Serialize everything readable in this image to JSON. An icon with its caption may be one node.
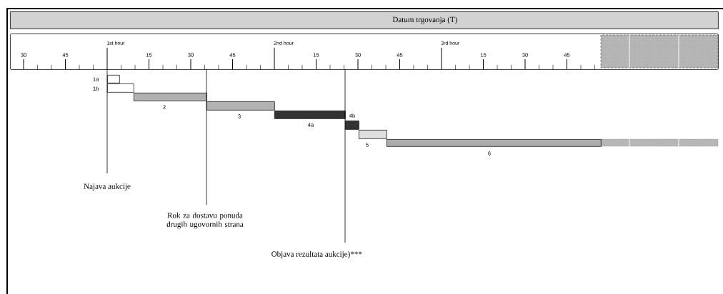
{
  "diagram": {
    "nodes": [
      {
        "text": [
          "Datum trgovanja (T)"
        ]
      },
      {
        "text": [],
        "shape": "box"
      },
      {
        "text": [],
        "shape": "bar",
        "beside": [
          "1a"
        ]
      },
      {
        "text": [],
        "shape": "bar",
        "beside": [
          "1b"
        ]
      },
      {
        "text": [],
        "shape": "bar",
        "beside": [
          "2"
        ]
      },
      {
        "text": [],
        "shape": "bar",
        "beside": [
          "3"
        ]
      },
      {
        "text": [],
        "shape": "bar",
        "beside": [
          "4a"
        ]
      },
      {
        "text": [],
        "shape": "bar",
        "beside": [
          "4b"
        ]
      },
      {
        "text": [],
        "shape": "bar",
        "beside": [
          "5"
        ]
      },
      {
        "text": [],
        "shape": "bar",
        "beside": [
          "6"
        ]
      },
      {
        "text": [
          "Najava aukcije"
        ]
      },
      {
        "text": [
          "Rok za dostavu ponuda drugih ugovornih strana"
        ]
      },
      {
        "text": [
          "Objava rezultata aukcije)***"
        ]
      }
    ],
    "edges": [
      {
        "from": 10,
        "to": 1,
        "arrow": "none"
      },
      {
        "from": 11,
        "to": 1,
        "arrow": "none"
      },
      {
        "from": 12,
        "to": 1,
        "arrow": "none"
      }
    ],
    "labels": [
      "1st hour",
      "2nd hour",
      "3rd hour",
      "30",
      "45",
      "15",
      "30",
      "45",
      "15",
      "30",
      "45",
      "15",
      "30",
      "45"
    ]
  }
}
